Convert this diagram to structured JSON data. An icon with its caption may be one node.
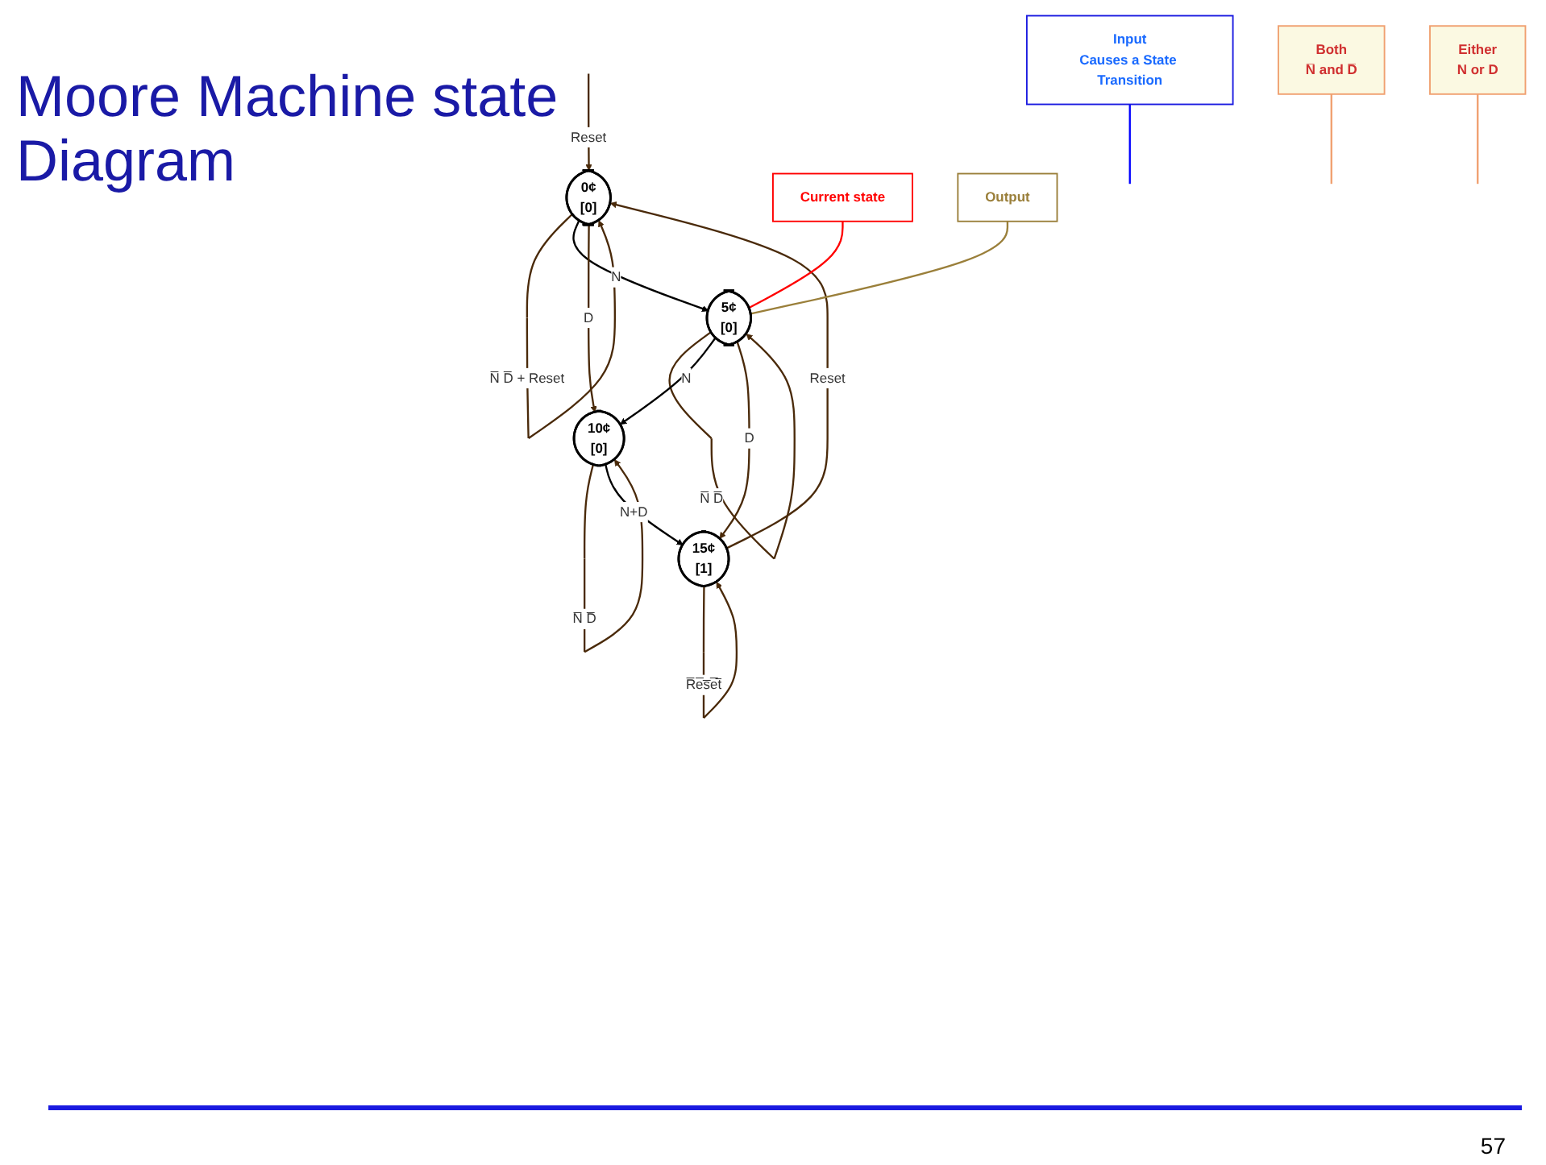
{
  "diagram": {
    "title": "Moore Machine state Diagram",
    "nodes": [
      {
        "text": [
          "0¢",
          "[0]"
        ]
      },
      {
        "text": [
          "5¢",
          "[0]"
        ]
      },
      {
        "text": [
          "10¢",
          "[0]"
        ]
      },
      {
        "text": [
          "15¢",
          "[1]"
        ]
      },
      {
        "text": [
          "Current state"
        ]
      },
      {
        "text": [
          "Output"
        ]
      },
      {
        "text": [
          "Input",
          "Causes a State Transition"
        ]
      },
      {
        "text": [
          "Both",
          "N̅ and D̅"
        ]
      },
      {
        "text": [
          "Either",
          "N or D"
        ]
      }
    ],
    "edges": [
      {
        "from": null,
        "to": 0,
        "arrow": "to",
        "label": "Reset"
      },
      {
        "from": 0,
        "to": 0,
        "arrow": "to",
        "label": "N̅ D̅ + Reset"
      },
      {
        "from": 0,
        "to": 1,
        "arrow": "to",
        "label": "N",
        "color": "#000000"
      },
      {
        "from": 0,
        "to": 2,
        "arrow": "to",
        "label": "D"
      },
      {
        "from": 1,
        "to": 1,
        "arrow": "to",
        "label": "N̅ D̅"
      },
      {
        "from": 1,
        "to": 2,
        "arrow": "to",
        "label": "N",
        "color": "#000000"
      },
      {
        "from": 1,
        "to": 3,
        "arrow": "to",
        "label": "D"
      },
      {
        "from": 2,
        "to": 2,
        "arrow": "to",
        "label": "N̅ D̅"
      },
      {
        "from": 2,
        "to": 3,
        "arrow": "to",
        "label": "N+D",
        "color": "#000000"
      },
      {
        "from": 3,
        "to": 3,
        "arrow": "to",
        "label": "R̅e̅s̅e̅t̅"
      },
      {
        "from": 3,
        "to": 0,
        "arrow": "to",
        "label": "Reset"
      },
      {
        "from": 4,
        "to": 1,
        "arrow": "none",
        "color": "#ff0000"
      },
      {
        "from": 5,
        "to": 1,
        "arrow": "none",
        "color": "#9a7f3a"
      },
      {
        "from": 6,
        "to": null,
        "arrow": "none",
        "color": "#0000ff"
      },
      {
        "from": 7,
        "to": null,
        "arrow": "none",
        "color": "#f0a070"
      },
      {
        "from": 8,
        "to": null,
        "arrow": "none",
        "color": "#f0a070"
      }
    ],
    "labels": [
      "57"
    ]
  }
}
